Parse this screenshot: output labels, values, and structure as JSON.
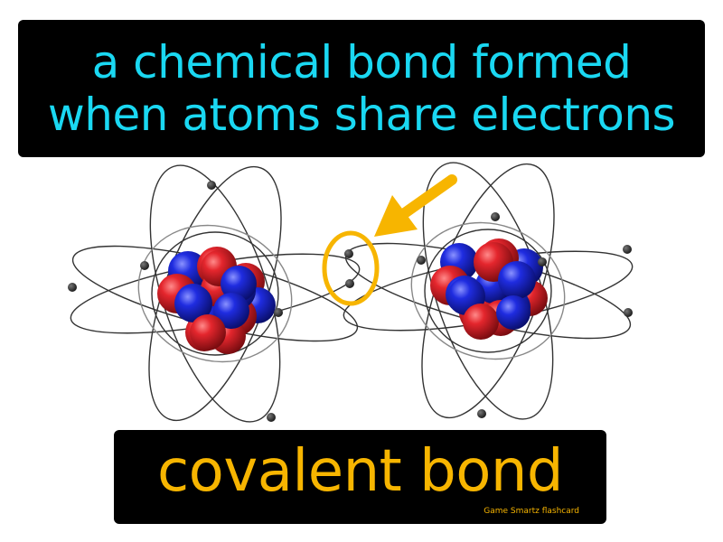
{
  "definition": {
    "line1": "a chemical bond formed",
    "line2": "when atoms share electrons"
  },
  "term": "covalent bond",
  "credit": "Game Smartz flashcard",
  "colors": {
    "background": "#ffffff",
    "box": "#000000",
    "definition_text": "#1ad8f2",
    "term_text": "#f7b500",
    "highlight": "#f7b500",
    "proton": "#d9242b",
    "neutron": "#1a2bd6",
    "electron": "#333333",
    "orbit": "#333333"
  },
  "icons": [
    "atom-left",
    "atom-right",
    "shared-electrons-highlight",
    "pointer-arrow-icon"
  ]
}
